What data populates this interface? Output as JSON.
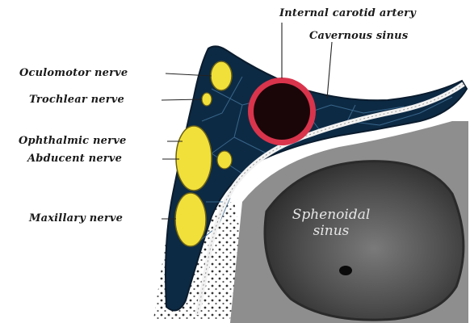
{
  "labels": {
    "internal_carotid_artery": "Internal carotid artery",
    "cavernous_sinus": "Cavernous sinus",
    "oculomotor_nerve": "Oculomotor nerve",
    "trochlear_nerve": "Trochlear nerve",
    "ophthalmic_nerve": "Ophthalmic nerve",
    "abducent_nerve": "Abducent nerve",
    "maxillary_nerve": "Maxillary nerve",
    "sphenoidal_sinus_line1": "Sphenoidal",
    "sphenoidal_sinus_line2": "sinus"
  },
  "colors": {
    "sinus_blue": "#0d2a44",
    "nerve_yellow": "#f2e03a",
    "artery_red": "#d9344c",
    "artery_lumen": "#1a0608",
    "bone_grey": "#8e8e8e",
    "sinus_cavity": "#5a5a5a"
  }
}
